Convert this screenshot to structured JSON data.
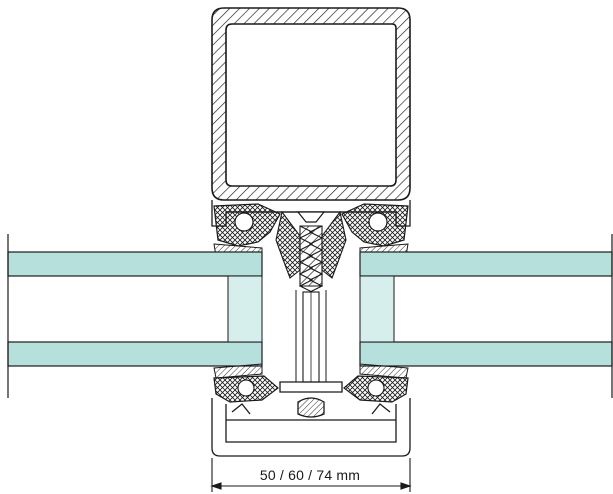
{
  "dimension": {
    "label": "50 / 60 / 74 mm"
  },
  "colors": {
    "glass": "#b6e0dc",
    "glass_edge": "#b8dfdc",
    "line": "#1a1a1a",
    "background": "#ffffff"
  },
  "components": {
    "profile": "hatched-aluminium-tube",
    "glazing": "insulated-glass-unit",
    "fastener": "threaded-screw",
    "gaskets": "rubber-gaskets"
  }
}
